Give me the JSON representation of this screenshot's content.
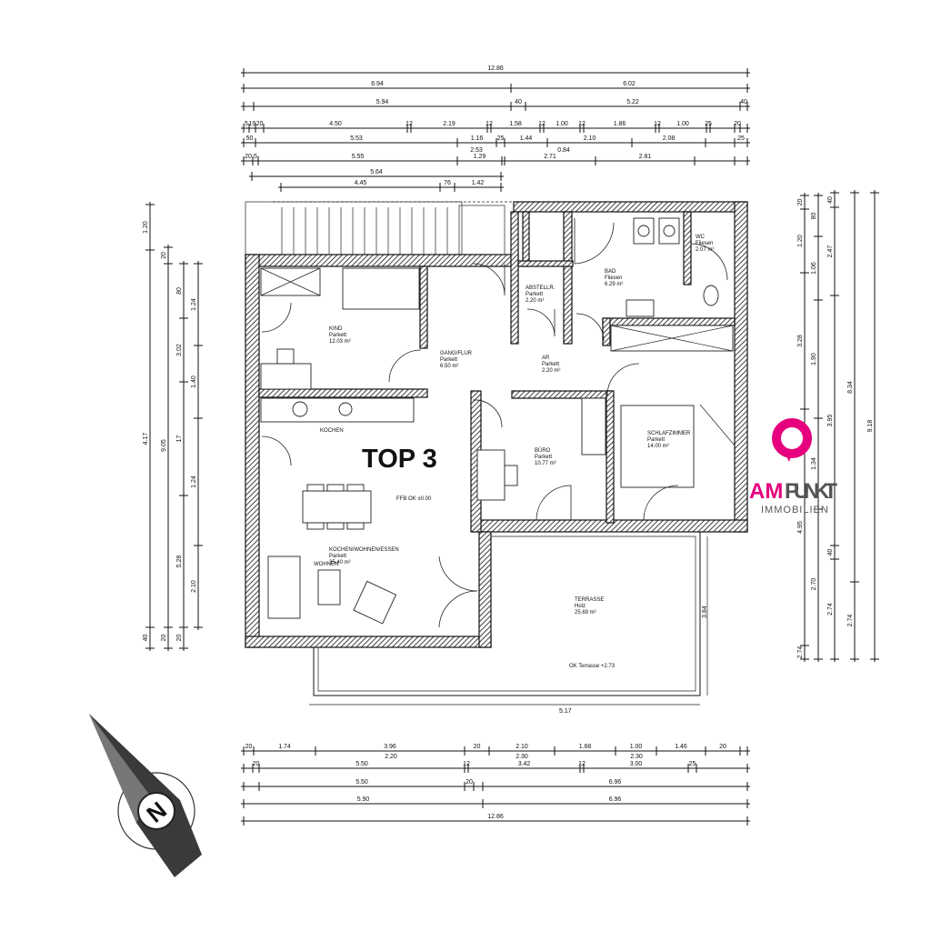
{
  "title": "TOP 3",
  "logo": {
    "brand_a": "AM",
    "brand_b": "PUNKT",
    "sub": "IMMOBILIEN",
    "accent": "#e6007e",
    "gray": "#555555"
  },
  "north_label": "N",
  "rooms": [
    {
      "name": "KIND",
      "floor": "Parkett",
      "area": "12.03 m²"
    },
    {
      "name": "GANG/FLUR",
      "floor": "Parkett",
      "area": "6.50 m²"
    },
    {
      "name": "ABSTELLR.",
      "floor": "Parkett",
      "area": "2.20 m²"
    },
    {
      "name": "AR",
      "floor": "Parkett",
      "area": "2.20 m²"
    },
    {
      "name": "BAD",
      "floor": "Fliesen",
      "area": "6.29 m²"
    },
    {
      "name": "WC",
      "floor": "Fliesen",
      "area": "2.07 m²"
    },
    {
      "name": "BÜRO",
      "floor": "Parkett",
      "area": "10.77 m²"
    },
    {
      "name": "SCHLAFZIMMER",
      "floor": "Parkett",
      "area": "14.00 m²"
    },
    {
      "name": "KOCHEN/WOHNEN/ESSEN",
      "floor": "Parkett",
      "area": "35.40 m²"
    },
    {
      "name": "TERRASSE",
      "floor": "Holz",
      "area": "25.69 m²"
    }
  ],
  "labels": {
    "kitchen": "KOCHEN",
    "living": "WOHNEN",
    "terrace_level": "OK Terrasse +2.73",
    "ffl": "FFB OK ±0.00"
  },
  "dimensions": {
    "top": [
      [
        "12.86"
      ],
      [
        "6.94",
        "6.02"
      ],
      [
        "",
        "5.94",
        "40",
        "5.22",
        "40"
      ],
      [
        "5",
        "19",
        "20",
        "4.50",
        "12",
        "2.19",
        "12",
        "1.58",
        "12",
        "1.00",
        "12",
        "1.86",
        "12",
        "1.00",
        "25",
        "",
        "20"
      ],
      [
        "50",
        "5.53",
        "1.16",
        "25",
        "1.44",
        "2.10",
        "2.08",
        "",
        "25"
      ],
      [
        "20",
        "5",
        "5.55",
        "1.29",
        "",
        "2.71",
        "2.81",
        "",
        ""
      ],
      [
        "5.64"
      ],
      [
        "4.45",
        "76",
        "1.42"
      ]
    ],
    "top_sub": [
      "2.53",
      "0.84"
    ],
    "bottom": [
      [
        "20",
        "1.74",
        "3.96",
        "20",
        "2.10",
        "1.68",
        "1.00",
        "1.46",
        "20"
      ],
      [
        "",
        "20",
        "5.50",
        "12",
        "3.42",
        "12",
        "3.00",
        "25",
        ""
      ],
      [
        "",
        "5.50",
        "20",
        "",
        "6.96"
      ],
      [
        "5.90",
        "6.96"
      ],
      [
        "12.86"
      ]
    ],
    "bottom_sub": [
      "2.20",
      "2.30",
      "2.30"
    ],
    "left": [
      [
        "1.20",
        "4.17",
        "40"
      ],
      [
        "20",
        "9.05",
        "20"
      ],
      [
        "80",
        "3.02",
        "17",
        "5.28",
        "20"
      ],
      [
        "1.24",
        "1.40",
        "1.24",
        "2.10"
      ]
    ],
    "right": [
      [
        "20",
        "1.20",
        "3.28",
        "4.95",
        "2.74"
      ],
      [
        "80",
        "1.06",
        "1.90",
        "1.34",
        "2.70"
      ],
      [
        "40",
        "2.47",
        "3.95",
        "40",
        "2.74"
      ],
      [
        "8.34",
        "2.74"
      ],
      [
        "9.18"
      ]
    ],
    "terrace_width": "5.17",
    "terrace_depth": "3.84"
  }
}
